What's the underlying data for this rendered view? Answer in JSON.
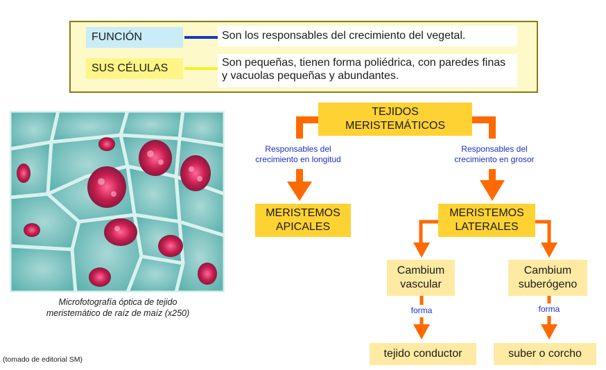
{
  "info": {
    "funcion_label": "FUNCIÓN",
    "funcion_text": "Son los responsables del crecimiento del vegetal.",
    "celulas_label": "SUS CÉLULAS",
    "celulas_text": "Son pequeñas, tienen forma poliédrica, con paredes finas y vacuolas pequeñas y abundantes."
  },
  "photo": {
    "caption_line1": "Microfotografía óptica de tejido",
    "caption_line2": "meristemático de raíz de maíz (x250)"
  },
  "source": "(tomado de editorial SM)",
  "diagram": {
    "root_line1": "TEJIDOS",
    "root_line2": "MERISTEMÁTICOS",
    "left_edge_line1": "Responsables del",
    "left_edge_line2": "crecimiento en longitud",
    "right_edge_line1": "Responsables del",
    "right_edge_line2": "crecimiento en grosor",
    "apical_line1": "MERISTEMOS",
    "apical_line2": "APICALES",
    "lateral_line1": "MERISTEMOS",
    "lateral_line2": "LATERALES",
    "cambium_vascular_line1": "Cambium",
    "cambium_vascular_line2": "vascular",
    "cambium_suber_line1": "Cambium",
    "cambium_suber_line2": "suberógeno",
    "forma_left": "forma",
    "forma_right": "forma",
    "tejido_conductor": "tejido conductor",
    "suber_corcho": "suber o corcho"
  },
  "colors": {
    "arrow": "#ff6a00",
    "node": "#ffd233",
    "node_pale": "#ffeaa3",
    "edge_label": "#1c2ec4",
    "info_bg": "#fdf9c8",
    "funcion_line": "#1a37c8",
    "celulas_line": "#f6ef2c"
  }
}
